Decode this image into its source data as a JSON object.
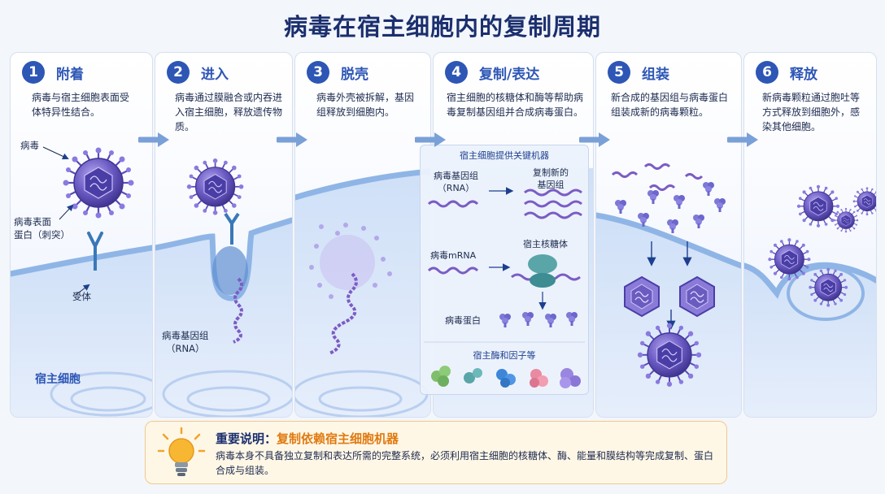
{
  "title": "病毒在宿主细胞内的复制周期",
  "steps": [
    {
      "num": "1",
      "title": "附着",
      "desc": "病毒与宿主细胞表面受体特异性结合。"
    },
    {
      "num": "2",
      "title": "进入",
      "desc": "病毒通过膜融合或内吞进入宿主细胞，释放遗传物质。"
    },
    {
      "num": "3",
      "title": "脱壳",
      "desc": "病毒外壳被拆解，基因组释放到细胞内。"
    },
    {
      "num": "4",
      "title": "复制/表达",
      "desc": "宿主细胞的核糖体和酶等帮助病毒复制基因组并合成病毒蛋白。"
    },
    {
      "num": "5",
      "title": "组装",
      "desc": "新合成的基因组与病毒蛋白组装成新的病毒颗粒。"
    },
    {
      "num": "6",
      "title": "释放",
      "desc": "新病毒颗粒通过胞吐等方式释放到细胞外，感染其他细胞。"
    }
  ],
  "labels": {
    "virus": "病毒",
    "spike_line1": "病毒表面",
    "spike_line2": "蛋白（刺突）",
    "receptor": "受体",
    "host_cell": "宿主细胞",
    "genome_line1": "病毒基因组",
    "genome_line2": "（RNA）"
  },
  "machinery": {
    "title": "宿主细胞提供关键机器",
    "genome_line1": "病毒基因组",
    "genome_line2": "（RNA）",
    "new_genome_line1": "复制新的",
    "new_genome_line2": "基因组",
    "mrna": "病毒mRNA",
    "ribosome": "宿主核糖体",
    "protein": "病毒蛋白",
    "enzymes": "宿主酶和因子等"
  },
  "note": {
    "heading_key": "重要说明：",
    "heading_value": "复制依赖宿主细胞机器",
    "body": "病毒本身不具备独立复制和表达所需的完整系统，必须利用宿主细胞的核糖体、酶、能量和膜结构等完成复制、蛋白合成与组装。"
  },
  "colors": {
    "accent": "#2d56b5",
    "title": "#1b2f6e",
    "note_highlight": "#e07a10",
    "virus": "#6b5bc4",
    "membrane": "#8fb5e6"
  }
}
